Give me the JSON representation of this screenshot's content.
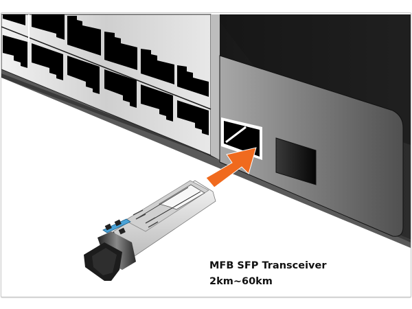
{
  "figure": {
    "subject": "SFP transceiver insertion into network switch",
    "caption": {
      "line1": "MFB SFP Transceiver",
      "line2": "2km~60km"
    },
    "colors": {
      "arrow": "#f06a1e",
      "switch_body": "#1a1a1a",
      "port_panel": "#d9d9d9",
      "sfp_panel": "#8a8a8a",
      "transceiver_body": "#e6e6e6",
      "latch_accent": "#4aa3d8",
      "frame_border": "#c8c8c8"
    },
    "elements": {
      "rj45_port_rows": 2,
      "rj45_ports_per_row_visible": 6,
      "sfp_slots": 2,
      "arrow_direction": "up-right toward SFP slot"
    }
  }
}
